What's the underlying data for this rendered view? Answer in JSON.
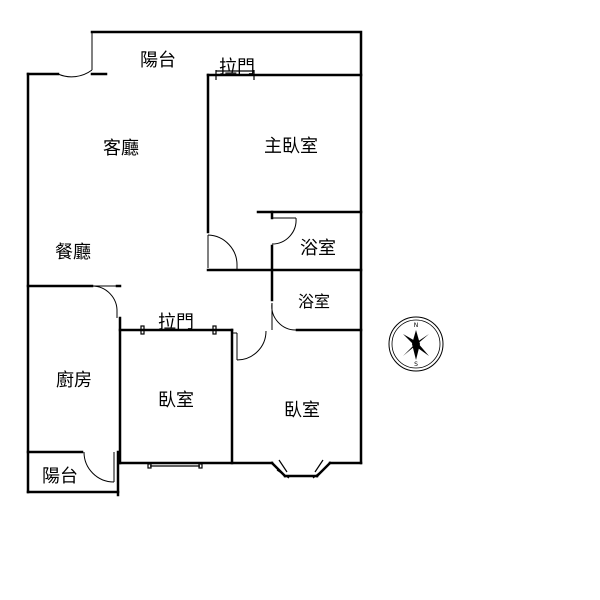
{
  "rooms": {
    "balcony_top": "陽台",
    "sliding_door_top": "拉門",
    "living_room": "客廳",
    "master_bedroom": "主臥室",
    "dining_room": "餐廳",
    "bathroom_1": "浴室",
    "bathroom_2": "浴室",
    "sliding_door_mid": "拉門",
    "kitchen": "廚房",
    "bedroom_1": "臥室",
    "bedroom_2": "臥室",
    "balcony_bottom": "陽台"
  },
  "compass": {
    "north": "N",
    "south": "S"
  }
}
